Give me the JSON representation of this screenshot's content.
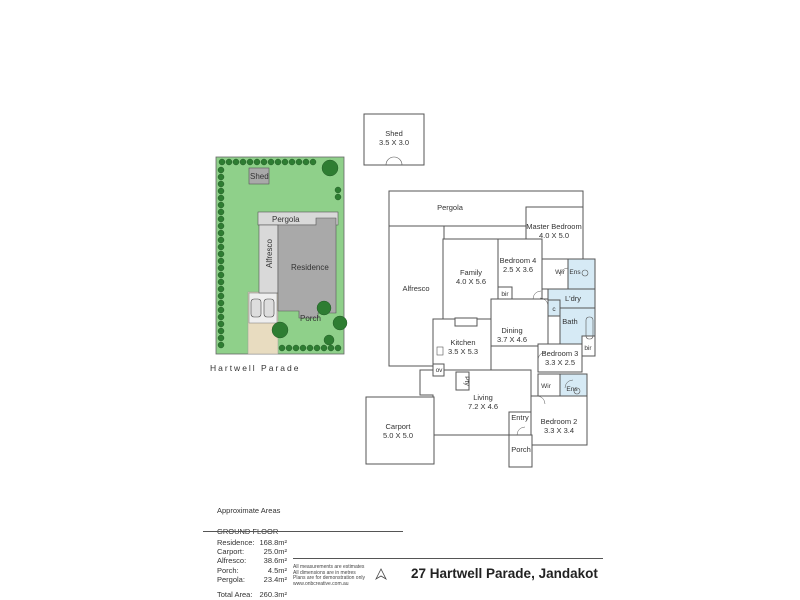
{
  "site_plan": {
    "labels": {
      "shed": "Shed",
      "pergola": "Pergola",
      "alfresco": "Alfresco",
      "residence": "Residence",
      "porch": "Porch"
    },
    "street": "Hartwell Parade"
  },
  "floor_plan": {
    "rooms": {
      "shed": {
        "name": "Shed",
        "dims": "3.5 X 3.0"
      },
      "pergola": {
        "name": "Pergola"
      },
      "master_bedroom": {
        "name": "Master Bedroom",
        "dims": "4.0 X 5.0"
      },
      "bedroom4": {
        "name": "Bedroom 4",
        "dims": "2.5 X 3.6"
      },
      "family": {
        "name": "Family",
        "dims": "4.0 X 5.6"
      },
      "alfresco": {
        "name": "Alfresco"
      },
      "wir1": {
        "name": "Wir"
      },
      "ens1": {
        "name": "Ens"
      },
      "ldry": {
        "name": "L'dry"
      },
      "bir1": {
        "name": "bir"
      },
      "c": {
        "name": "c"
      },
      "bath": {
        "name": "Bath"
      },
      "dining": {
        "name": "Dining",
        "dims": "3.7 X 4.6"
      },
      "kitchen": {
        "name": "Kitchen",
        "dims": "3.5 X 5.3"
      },
      "bedroom3": {
        "name": "Bedroom 3",
        "dims": "3.3 X 2.5"
      },
      "bir2": {
        "name": "bir"
      },
      "ov": {
        "name": "ov"
      },
      "pty": {
        "name": "Pty"
      },
      "wir2": {
        "name": "Wir"
      },
      "ens2": {
        "name": "Ens"
      },
      "living": {
        "name": "Living",
        "dims": "7.2 X 4.6"
      },
      "carport": {
        "name": "Carport",
        "dims": "5.0 X 5.0"
      },
      "entry": {
        "name": "Entry"
      },
      "bedroom2": {
        "name": "Bedroom 2",
        "dims": "3.3 X 3.4"
      },
      "porch": {
        "name": "Porch"
      }
    }
  },
  "areas": {
    "heading": "Approximate Areas",
    "section": "GROUND FLOOR",
    "rows": [
      {
        "label": "Residence:",
        "value": "168.8m²"
      },
      {
        "label": "Carport:",
        "value": "25.0m²"
      },
      {
        "label": "Alfresco:",
        "value": "38.6m²"
      },
      {
        "label": "Porch:",
        "value": "4.5m²"
      },
      {
        "label": "Pergola:",
        "value": "23.4m²"
      }
    ],
    "total": {
      "label": "Total Area:",
      "value": "260.3m²"
    }
  },
  "footer": {
    "disclaimer": [
      "All measurements are estimates",
      "All dimensions are in metres",
      "Plans are for demonstration only",
      "www.onbcreative.com.au"
    ],
    "address": "27 Hartwell Parade, Jandakot"
  },
  "colors": {
    "lawn": "#8fd08a",
    "residence": "#a9a9a9",
    "tree": "#2e7d32",
    "wet_area": "#d6eaf5",
    "wall": "#555555"
  }
}
